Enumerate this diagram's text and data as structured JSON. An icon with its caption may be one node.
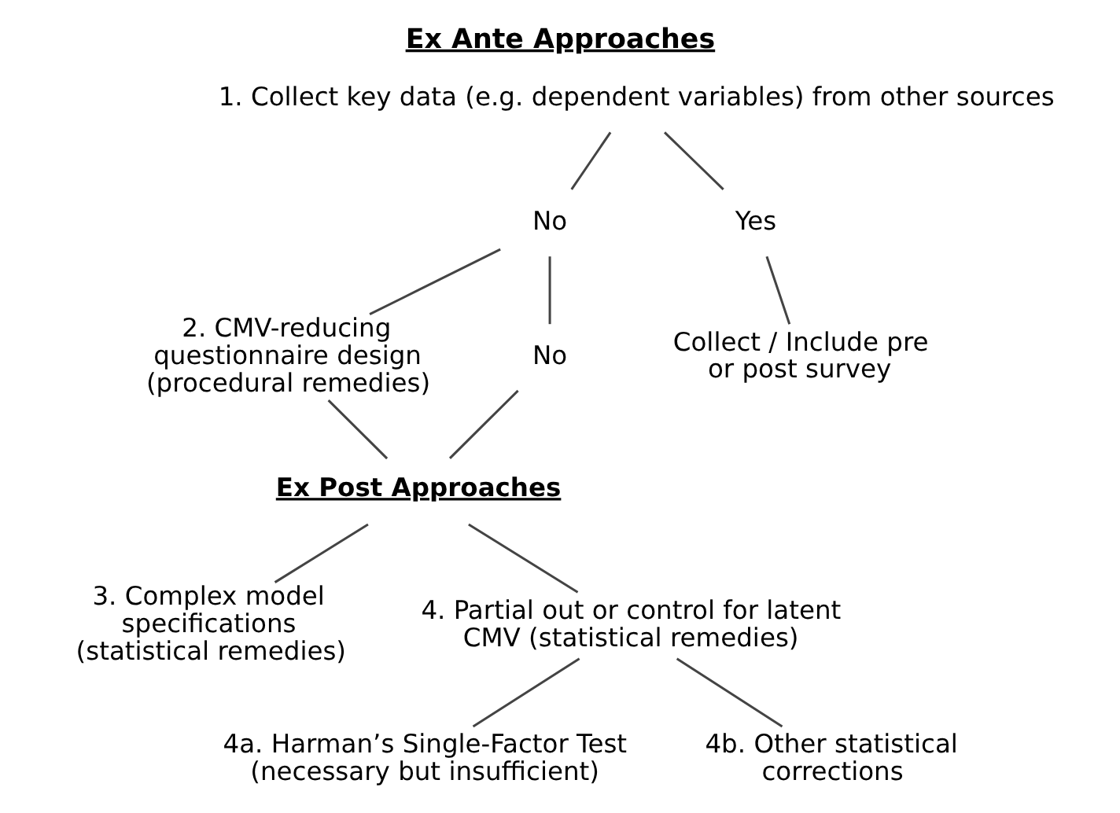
{
  "diagram": {
    "title": "Ex Ante Approaches",
    "nodes": [
      {
        "text": [
          "1. Collect key data (e.g. dependent variables) from other sources"
        ]
      },
      {
        "text": [
          "No"
        ]
      },
      {
        "text": [
          "Yes"
        ]
      },
      {
        "text": [
          "2. CMV-reducing questionnaire design (procedural remedies)"
        ]
      },
      {
        "text": [
          "No"
        ]
      },
      {
        "text": [
          "Collect / Include pre or post survey"
        ]
      },
      {
        "text": [
          "Ex Post Approaches"
        ]
      },
      {
        "text": [
          "3. Complex model specifications (statistical remedies)"
        ]
      },
      {
        "text": [
          "4. Partial out or control for latent CMV (statistical remedies)"
        ]
      },
      {
        "text": [
          "4a. Harman’s Single-Factor Test (necessary but insufficient)"
        ]
      },
      {
        "text": [
          "4b. Other statistical corrections"
        ]
      }
    ],
    "edges": [
      {
        "from": 0,
        "to": 1,
        "arrow": "none"
      },
      {
        "from": 0,
        "to": 2,
        "arrow": "none"
      },
      {
        "from": 1,
        "to": 3,
        "arrow": "none"
      },
      {
        "from": 1,
        "to": 4,
        "arrow": "none"
      },
      {
        "from": 2,
        "to": 5,
        "arrow": "none"
      },
      {
        "from": 3,
        "to": 6,
        "arrow": "none"
      },
      {
        "from": 4,
        "to": 6,
        "arrow": "none"
      },
      {
        "from": 6,
        "to": 7,
        "arrow": "none"
      },
      {
        "from": 6,
        "to": 8,
        "arrow": "none"
      },
      {
        "from": 8,
        "to": 9,
        "arrow": "none"
      },
      {
        "from": 8,
        "to": 10,
        "arrow": "none"
      }
    ]
  }
}
